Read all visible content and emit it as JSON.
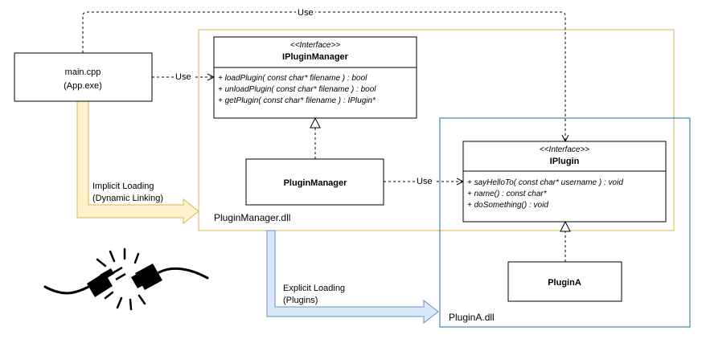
{
  "nodes": {
    "main": {
      "line1": "main.cpp",
      "line2": "(App.exe)"
    },
    "ipluginmanager": {
      "stereotype": "<<Interface>>",
      "name": "IPluginManager",
      "methods": [
        "+ loadPlugin( const char* filename ) : bool",
        "+ unloadPlugin( const char* filename ) : bool",
        "+ getPlugin( const char* filename ) : IPlugin*"
      ]
    },
    "pluginmanager": {
      "name": "PluginManager"
    },
    "iplugin": {
      "stereotype": "<<Interface>>",
      "name": "IPlugin",
      "methods": [
        "+ sayHelloTo( const char* username ) : void",
        "+ name() : const char*",
        "+ doSomething() : void"
      ]
    },
    "plugina": {
      "name": "PluginA"
    }
  },
  "containers": {
    "pluginmanager_dll": {
      "label": "PluginManager.dll",
      "color": "#d6b656"
    },
    "plugina_dll": {
      "label": "PluginA.dll",
      "color": "#10739e"
    }
  },
  "edges": {
    "use_top": "Use",
    "use_main": "Use",
    "use_pm": "Use",
    "implicit_line1": "Implicit Loading",
    "implicit_line2": "(Dynamic Linking)",
    "explicit_line1": "Explicit Loading",
    "explicit_line2": "(Plugins)"
  },
  "colors": {
    "implicit_fill": "#fff2cc",
    "implicit_stroke": "#d6b656",
    "explicit_fill": "#dae8fc",
    "explicit_stroke": "#6c8ebf"
  },
  "icons": {
    "plug": "unplugged-cable-icon"
  }
}
